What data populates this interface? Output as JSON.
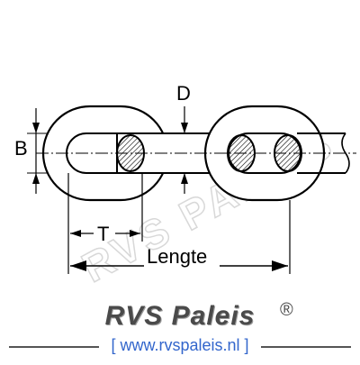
{
  "labels": {
    "dim_b": "B",
    "dim_d": "D",
    "dim_t": "T",
    "dim_length": "Lengte"
  },
  "watermark": "RVS PALEIS",
  "brand": {
    "name": "RVS Paleis",
    "registered": "®",
    "url": "[ www.rvspaleis.nl ]",
    "url_color": "#3366cc",
    "name_color": "#4a4a4a"
  }
}
